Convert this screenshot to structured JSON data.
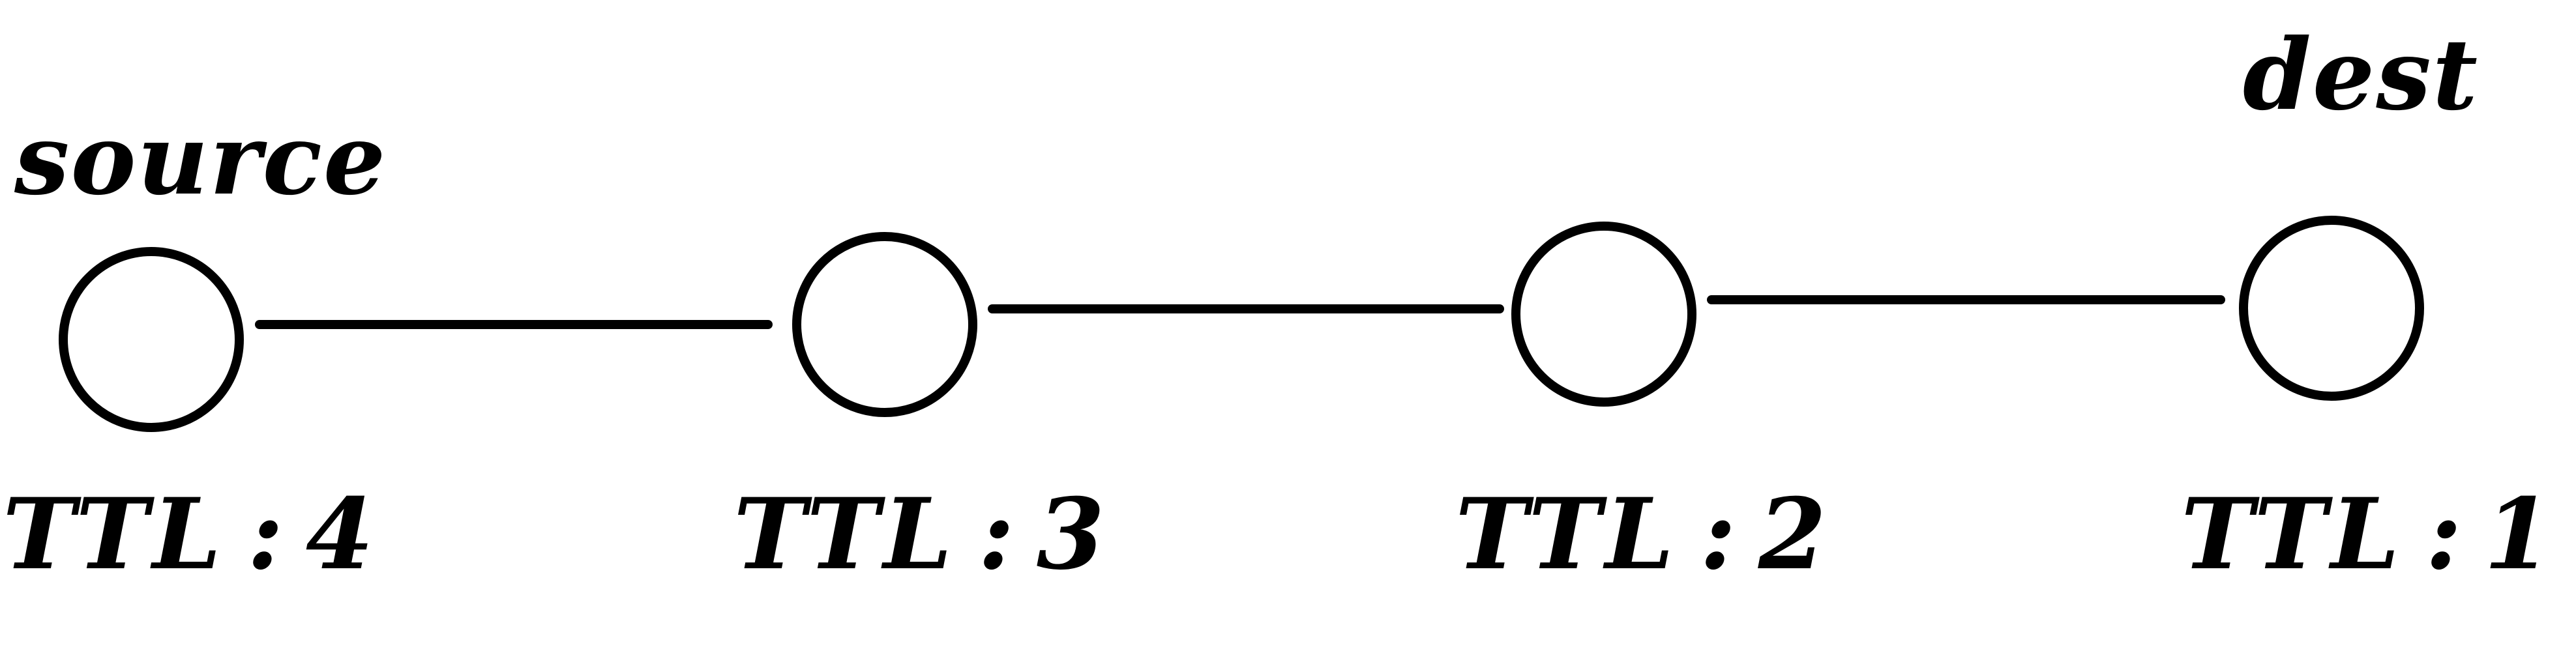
{
  "nodes": [
    {
      "id": "source",
      "top_label": "source",
      "ttl_label": "TTL",
      "ttl_value": "4"
    },
    {
      "id": "hop-1",
      "top_label": "",
      "ttl_label": "TTL",
      "ttl_value": "3"
    },
    {
      "id": "hop-2",
      "top_label": "",
      "ttl_label": "TTL",
      "ttl_value": "2"
    },
    {
      "id": "dest",
      "top_label": "dest",
      "ttl_label": "TTL",
      "ttl_value": "1"
    }
  ],
  "separator": ":",
  "colors": {
    "stroke": "#000000",
    "background": "#ffffff"
  }
}
